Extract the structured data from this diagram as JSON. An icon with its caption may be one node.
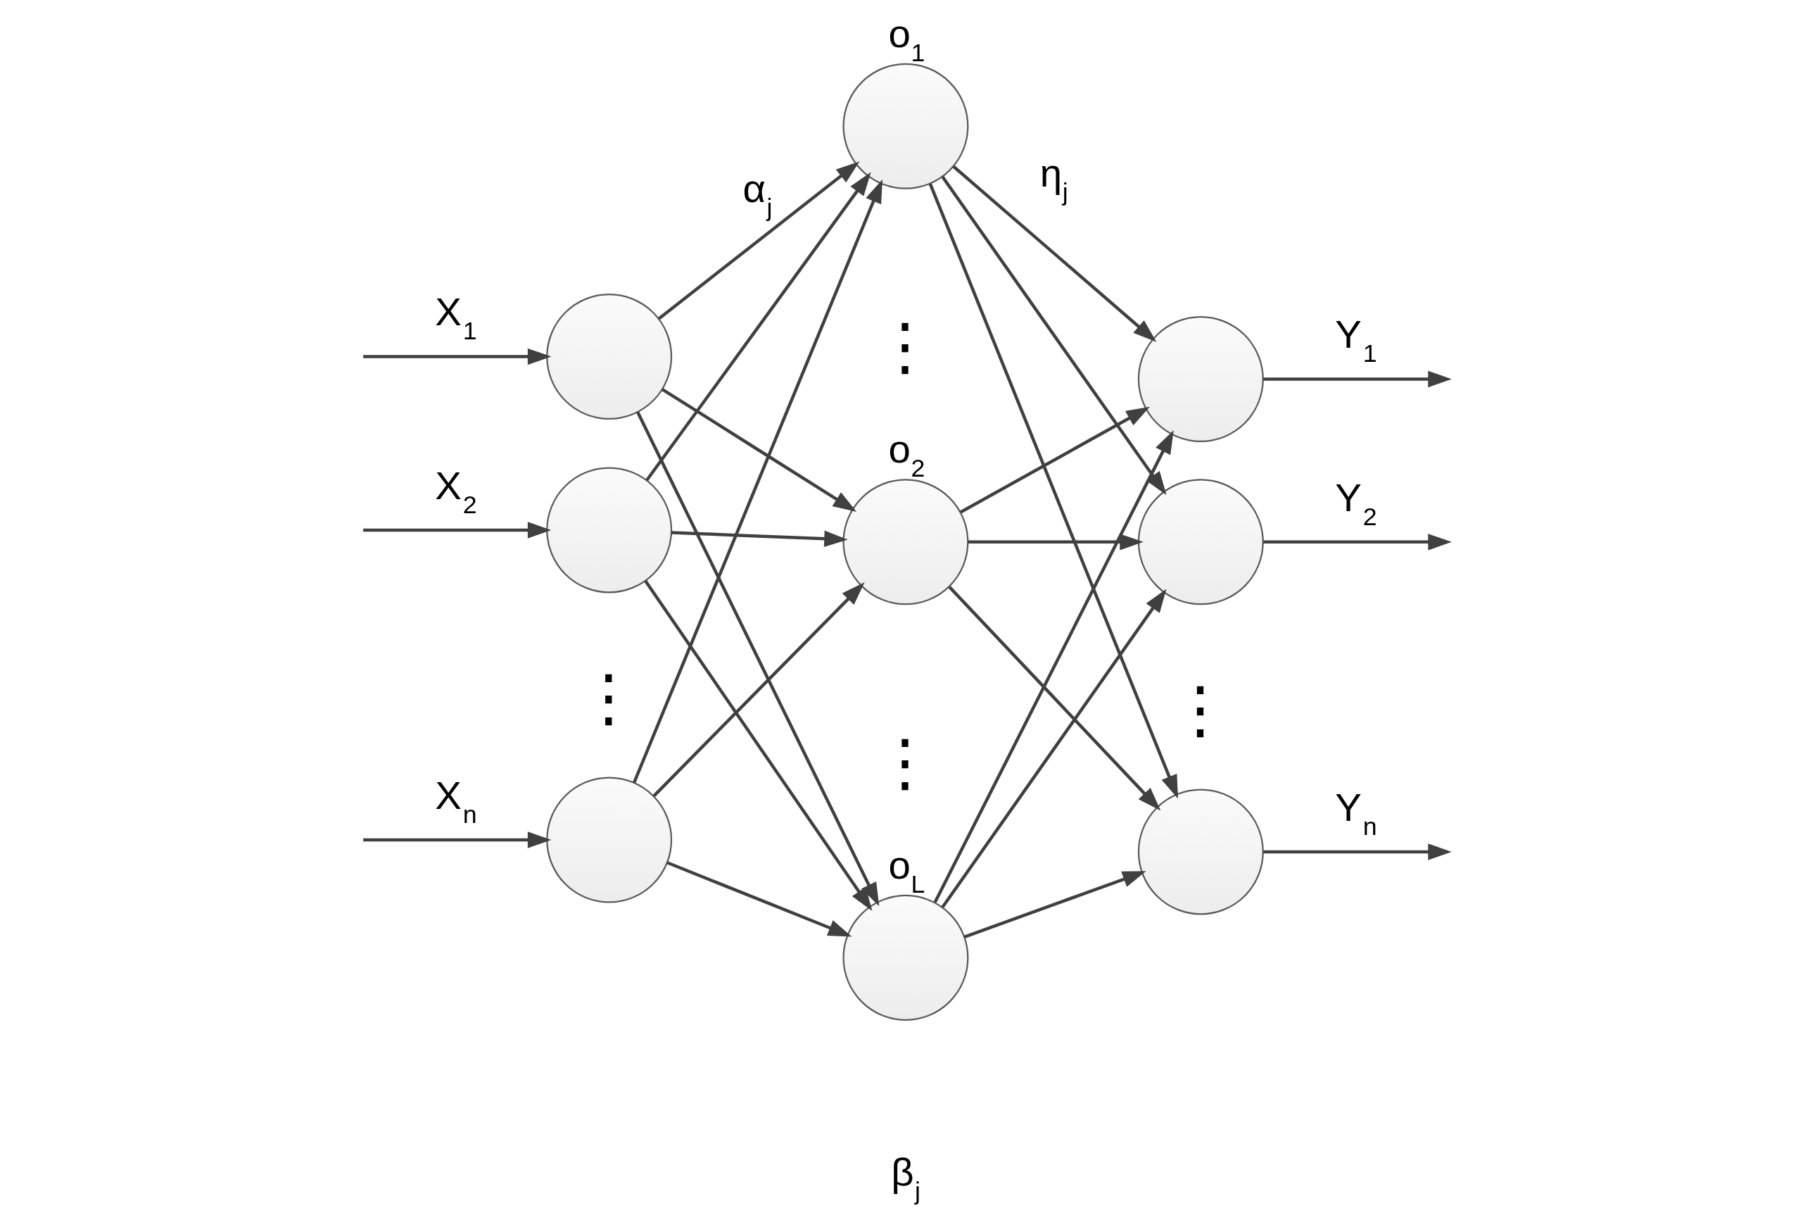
{
  "diagram": {
    "nodes": [
      {
        "text": [],
        "shape": "circle"
      },
      {
        "text": [],
        "shape": "circle"
      },
      {
        "text": [],
        "shape": "circle"
      },
      {
        "text": [
          "o$_{1}$"
        ]
      },
      {
        "text": [
          "o$_{2}$"
        ]
      },
      {
        "text": [
          "o$_{L}$"
        ],
        "beside": [
          "β$_{j}$"
        ]
      },
      {
        "text": [],
        "shape": "circle"
      },
      {
        "text": [],
        "shape": "circle"
      },
      {
        "text": [],
        "shape": "circle"
      }
    ],
    "edges": [
      {
        "from": null,
        "to": 0,
        "arrow": "to",
        "label": "X$_{1}$"
      },
      {
        "from": null,
        "to": 1,
        "arrow": "to",
        "label": "X$_{2}$"
      },
      {
        "from": null,
        "to": 2,
        "arrow": "to",
        "label": "X$_{n}$"
      },
      {
        "from": 0,
        "to": 3,
        "arrow": "to",
        "label": "α$_{j}$"
      },
      {
        "from": 0,
        "to": 4,
        "arrow": "to"
      },
      {
        "from": 0,
        "to": 5,
        "arrow": "to"
      },
      {
        "from": 1,
        "to": 3,
        "arrow": "to"
      },
      {
        "from": 1,
        "to": 4,
        "arrow": "to"
      },
      {
        "from": 1,
        "to": 5,
        "arrow": "to"
      },
      {
        "from": 2,
        "to": 3,
        "arrow": "to"
      },
      {
        "from": 2,
        "to": 4,
        "arrow": "to"
      },
      {
        "from": 2,
        "to": 5,
        "arrow": "to"
      },
      {
        "from": 3,
        "to": 6,
        "arrow": "to",
        "label": "η$_{j}$"
      },
      {
        "from": 3,
        "to": 7,
        "arrow": "to"
      },
      {
        "from": 3,
        "to": 8,
        "arrow": "to"
      },
      {
        "from": 4,
        "to": 6,
        "arrow": "to"
      },
      {
        "from": 4,
        "to": 7,
        "arrow": "to"
      },
      {
        "from": 4,
        "to": 8,
        "arrow": "to"
      },
      {
        "from": 5,
        "to": 6,
        "arrow": "to"
      },
      {
        "from": 5,
        "to": 7,
        "arrow": "to"
      },
      {
        "from": 5,
        "to": 8,
        "arrow": "to"
      },
      {
        "from": 6,
        "to": null,
        "arrow": "to",
        "label": "Y$_{1}$"
      },
      {
        "from": 7,
        "to": null,
        "arrow": "to",
        "label": "Y$_{2}$"
      },
      {
        "from": 8,
        "to": null,
        "arrow": "to",
        "label": "Y$_{n}$"
      }
    ],
    "labels": [
      "⋮",
      "⋮",
      "⋮",
      "⋮"
    ]
  }
}
